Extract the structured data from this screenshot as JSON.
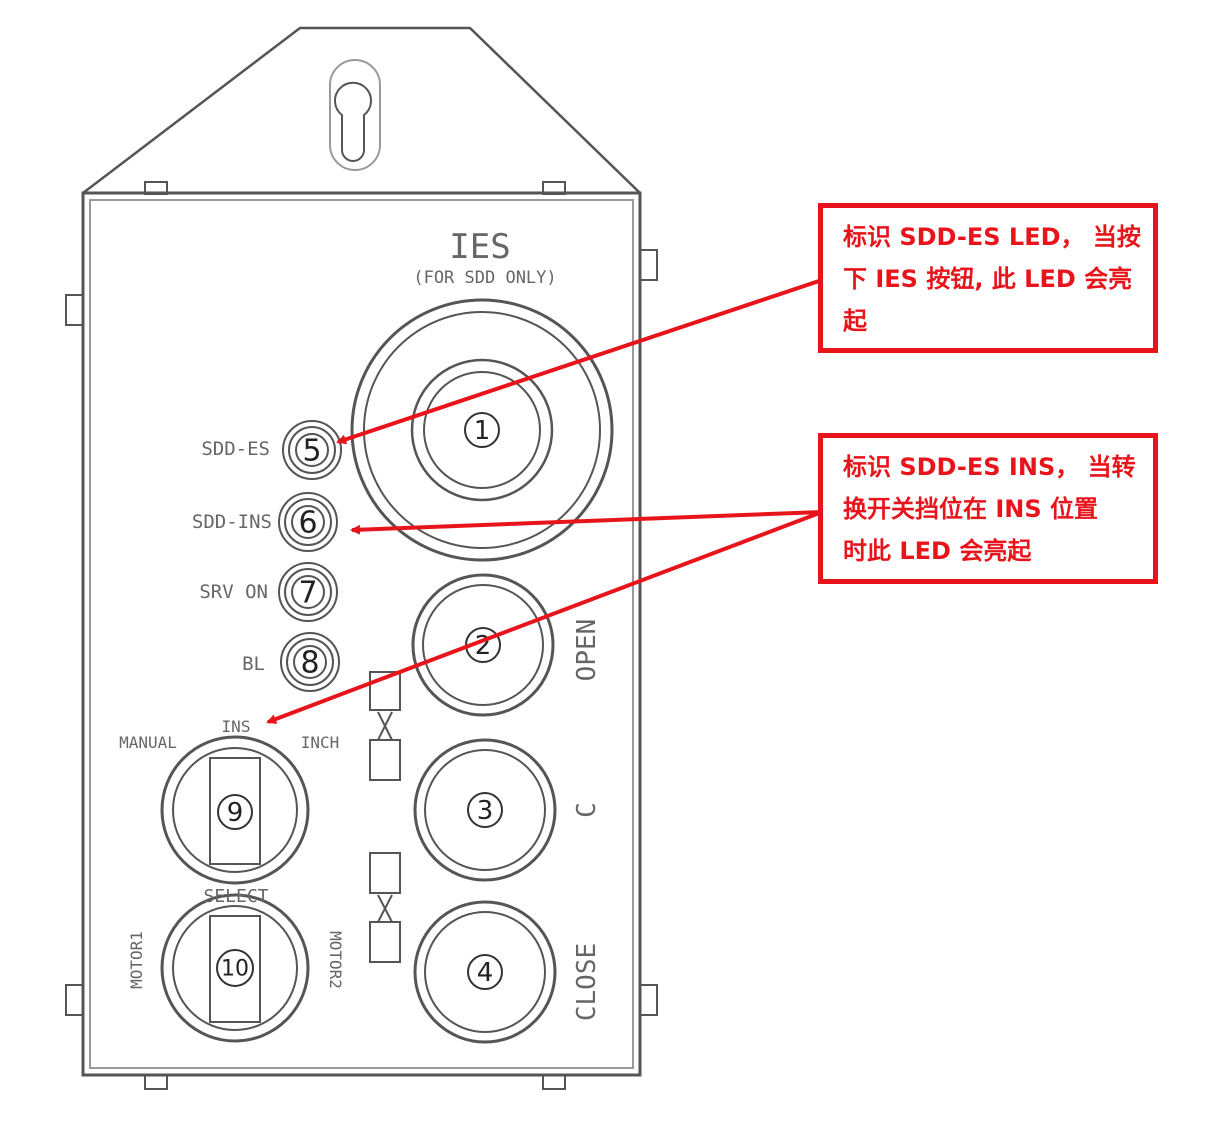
{
  "panel": {
    "ies_title": "IES",
    "ies_subtitle": "(FOR SDD ONLY)",
    "leds": [
      {
        "number": "5",
        "label": "SDD-ES"
      },
      {
        "number": "6",
        "label": "SDD-INS"
      },
      {
        "number": "7",
        "label": "SRV ON"
      },
      {
        "number": "8",
        "label": "BL"
      }
    ],
    "buttons": [
      {
        "number": "1"
      },
      {
        "number": "2",
        "label": "OPEN"
      },
      {
        "number": "3",
        "label": "C"
      },
      {
        "number": "4",
        "label": "CLOSE"
      }
    ],
    "selector_9": {
      "number": "9",
      "left": "MANUAL",
      "top": "INS",
      "right": "INCH"
    },
    "selector_10": {
      "number": "10",
      "top": "SELECT",
      "left": "MOTOR1",
      "right": "MOTOR2"
    }
  },
  "callouts": [
    {
      "lines": [
        "标识 SDD-ES LED， 当按",
        "下 IES 按钮, 此 LED 会亮",
        "起"
      ]
    },
    {
      "lines": [
        "标识 SDD-ES INS， 当转",
        "换开关挡位在 INS 位置",
        "时此 LED 会亮起"
      ]
    }
  ],
  "colors": {
    "accent": "#e8141b",
    "line": "#555555"
  }
}
